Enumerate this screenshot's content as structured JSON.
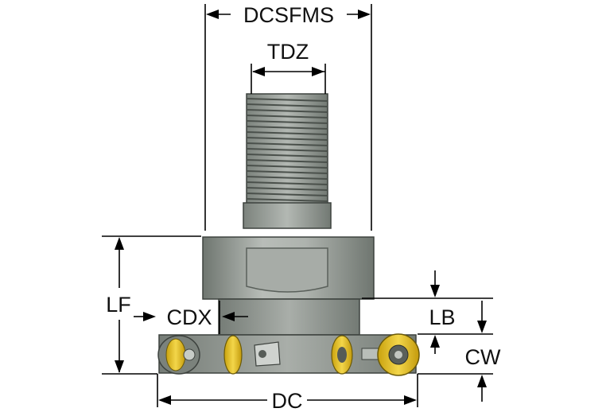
{
  "labels": {
    "dcsfms": "DCSFMS",
    "tdz": "TDZ",
    "lf": "LF",
    "cdx": "CDX",
    "lb": "LB",
    "cw": "CW",
    "dc": "DC"
  },
  "colors": {
    "body_dark": "#6f7670",
    "body_mid": "#9aa19b",
    "body_light": "#c9cec9",
    "insert_yellow": "#e8c21a",
    "dimension_line": "#000000"
  }
}
